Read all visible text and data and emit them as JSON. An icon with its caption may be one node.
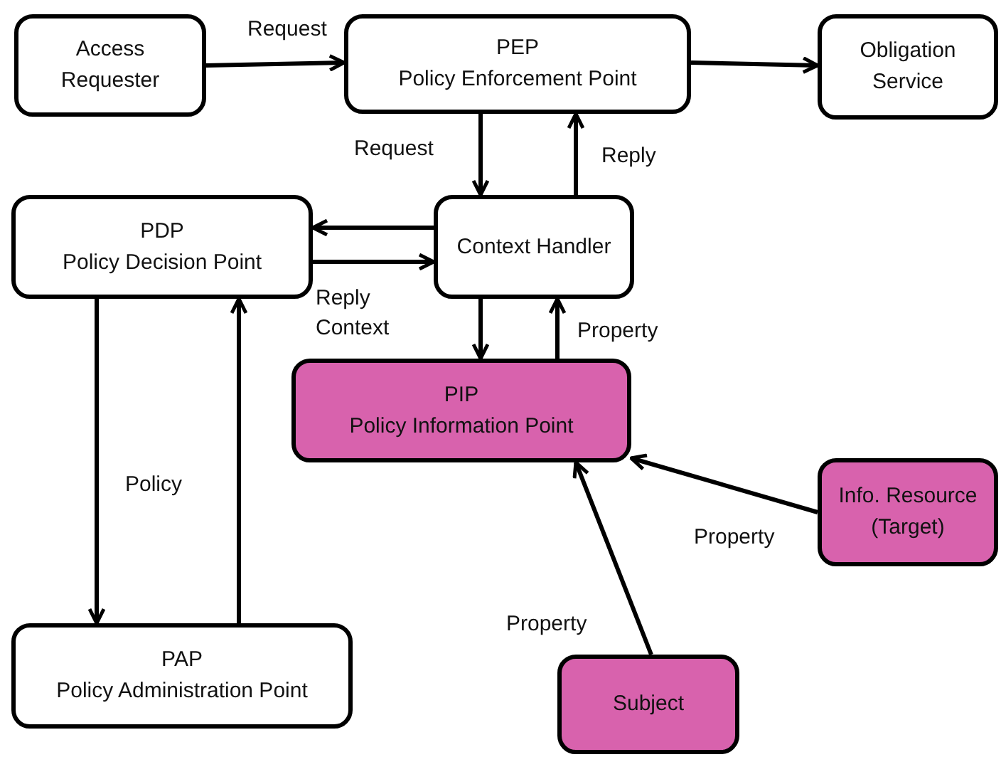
{
  "diagram": {
    "nodes": [
      {
        "text": [
          "Access Requester"
        ]
      },
      {
        "text": [
          "PEP",
          "Policy Enforcement Point"
        ]
      },
      {
        "text": [
          "Obligation Service"
        ]
      },
      {
        "text": [
          "PDP",
          "Policy Decision Point"
        ]
      },
      {
        "text": [
          "Context Handler"
        ]
      },
      {
        "text": [
          "PIP",
          "Policy Information Point"
        ]
      },
      {
        "text": [
          "Info. Resource (Target)"
        ]
      },
      {
        "text": [
          "PAP",
          "Policy Administration Point"
        ]
      },
      {
        "text": [
          "Subject"
        ]
      }
    ],
    "edges": [
      {
        "from": 0,
        "to": 1,
        "arrow": "to",
        "label": "Request"
      },
      {
        "from": 1,
        "to": 2,
        "arrow": "to"
      },
      {
        "from": 1,
        "to": 4,
        "arrow": "to",
        "label": "Request"
      },
      {
        "from": 4,
        "to": 1,
        "arrow": "to",
        "label": "Reply"
      },
      {
        "from": 4,
        "to": 3,
        "arrow": "to"
      },
      {
        "from": 3,
        "to": 4,
        "arrow": "to",
        "label": "Reply Context"
      },
      {
        "from": 4,
        "to": 5,
        "arrow": "to"
      },
      {
        "from": 5,
        "to": 4,
        "arrow": "to",
        "label": "Property"
      },
      {
        "from": 3,
        "to": 7,
        "arrow": "to",
        "label": "Policy"
      },
      {
        "from": 7,
        "to": 3,
        "arrow": "to"
      },
      {
        "from": 6,
        "to": 5,
        "arrow": "to",
        "label": "Property"
      },
      {
        "from": 8,
        "to": 5,
        "arrow": "to",
        "label": "Property"
      }
    ]
  }
}
